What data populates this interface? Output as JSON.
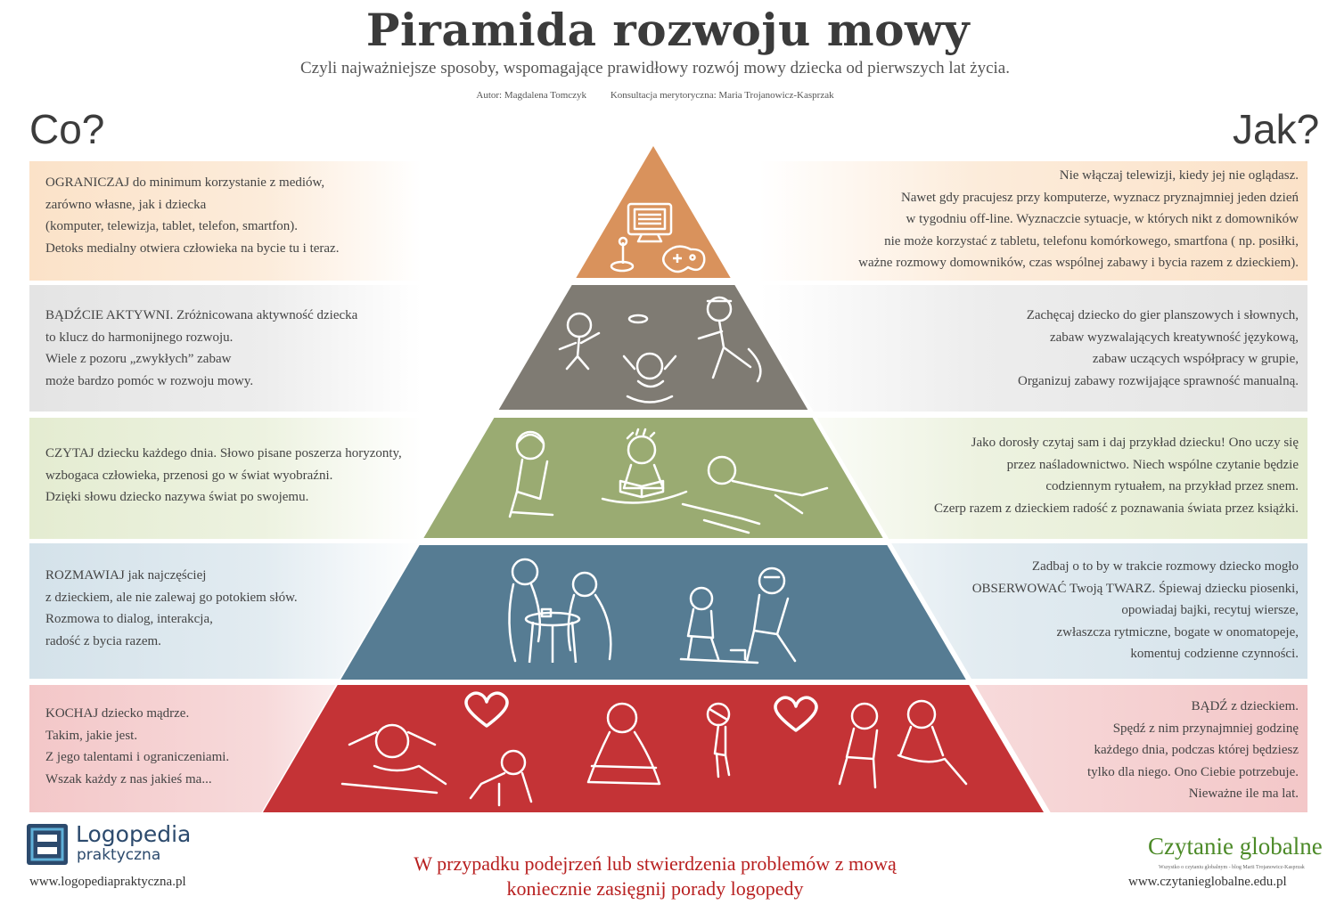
{
  "header": {
    "title": "Piramida rozwoju mowy",
    "subtitle": "Czyli najważniejsze sposoby, wspomagające prawidłowy rozwój mowy dziecka od pierwszych lat życia.",
    "author": "Autor: Magdalena Tomczyk",
    "consultation": "Konsultacja merytoryczna: Maria Trojanowicz-Kasprzak",
    "left_heading": "Co?",
    "right_heading": "Jak?"
  },
  "colors": {
    "level1": "#d9925c",
    "level2": "#7f7b73",
    "level3": "#9aab72",
    "level4": "#567c93",
    "level5": "#c43336",
    "band1": "#fbe2c8",
    "band2": "#e4e4e4",
    "band3": "#e4ecd1",
    "band4": "#d4e2ea",
    "band5": "#f3c7c8",
    "warning": "#b82020"
  },
  "levels": [
    {
      "icons": [
        "computer-icon",
        "joystick-icon",
        "gamepad-icon"
      ],
      "left_lines": [
        "OGRANICZAJ do minimum korzystanie z mediów,",
        "zarówno własne, jak i dziecka",
        "(komputer, telewizja, tablet, telefon, smartfon).",
        "Detoks medialny otwiera człowieka na bycie  tu i teraz."
      ],
      "right_lines": [
        "Nie włączaj telewizji, kiedy jej nie oglądasz.",
        "Nawet gdy pracujesz przy komputerze, wyznacz pryznajmniej jeden dzień",
        "w tygodniu off-line. Wyznaczcie sytuacje, w których nikt z domowników",
        "nie może korzystać z tabletu, telefonu komórkowego, smartfona ( np. posiłki,",
        "ważne rozmowy domowników, czas wspólnej zabawy i bycia razem z dzieckiem)."
      ]
    },
    {
      "icons": [
        "frisbee-icon"
      ],
      "left_lines": [
        "BĄDŹCIE AKTYWNI. Zróżnicowana aktywność dziecka",
        "to klucz do harmonijnego rozwoju.",
        "Wiele z pozoru „zwykłych” zabaw",
        "może bardzo pomóc w rozwoju mowy."
      ],
      "right_lines": [
        "Zachęcaj dziecko do gier planszowych i słownych,",
        "zabaw wyzwalających kreatywność językową,",
        "zabaw uczących współpracy w grupie,",
        "Organizuj zabawy rozwijające sprawność manualną."
      ]
    },
    {
      "icons": [
        "book-icon"
      ],
      "left_lines": [
        "CZYTAJ dziecku każdego dnia. Słowo pisane poszerza horyzonty,",
        "wzbogaca człowieka, przenosi go w świat  wyobraźni.",
        "Dzięki słowu dziecko nazywa świat po swojemu."
      ],
      "right_lines": [
        "Jako dorosły czytaj sam i daj przykład dziecku! Ono uczy się",
        "przez naśladownictwo. Niech wspólne czytanie będzie",
        "codziennym rytuałem, na przykład przez snem.",
        "Czerp razem z dzieckiem radość z poznawania świata przez książki."
      ]
    },
    {
      "icons": [
        "table-icon"
      ],
      "left_lines": [
        "ROZMAWIAJ jak  najczęściej",
        "z dzieckiem,  ale nie zalewaj go  potokiem słów.",
        "Rozmowa to dialog, interakcja,",
        "radość z bycia razem."
      ],
      "right_lines": [
        "Zadbaj o to by w trakcie rozmowy dziecko mogło",
        "OBSERWOWAĆ Twoją TWARZ.  Śpiewaj dziecku piosenki,",
        "opowiadaj bajki, recytuj wiersze,",
        "zwłaszcza rytmiczne, bogate w onomatopeje,",
        "komentuj codzienne czynności."
      ]
    },
    {
      "icons": [
        "heart-icon",
        "heart-icon"
      ],
      "left_lines": [
        "KOCHAJ dziecko mądrze.",
        "Takim, jakie jest.",
        "Z jego talentami i ograniczeniami.",
        "Wszak każdy z nas jakieś ma..."
      ],
      "right_lines": [
        "BĄDŹ z dzieckiem.",
        "Spędź z nim przynajmniej godzinę",
        "każdego dnia, podczas której będziesz",
        "tylko dla niego.  Ono Ciebie potrzebuje.",
        "Nieważne ile ma lat."
      ]
    }
  ],
  "footer": {
    "note_line1": "W przypadku podejrzeń lub stwierdzenia problemów z mową",
    "note_line2": "koniecznie zasięgnij porady logopedy",
    "left_logo_line1": "Logopedia",
    "left_logo_line2": "praktyczna",
    "left_url": "www.logopediapraktyczna.pl",
    "right_logo": "Czytanie globalne",
    "right_logo_sub": "Wszystko o czytaniu globalnym - blog Marii Trojanowicz-Kasprzak",
    "right_url": "www.czytanieglobalne.edu.pl"
  }
}
